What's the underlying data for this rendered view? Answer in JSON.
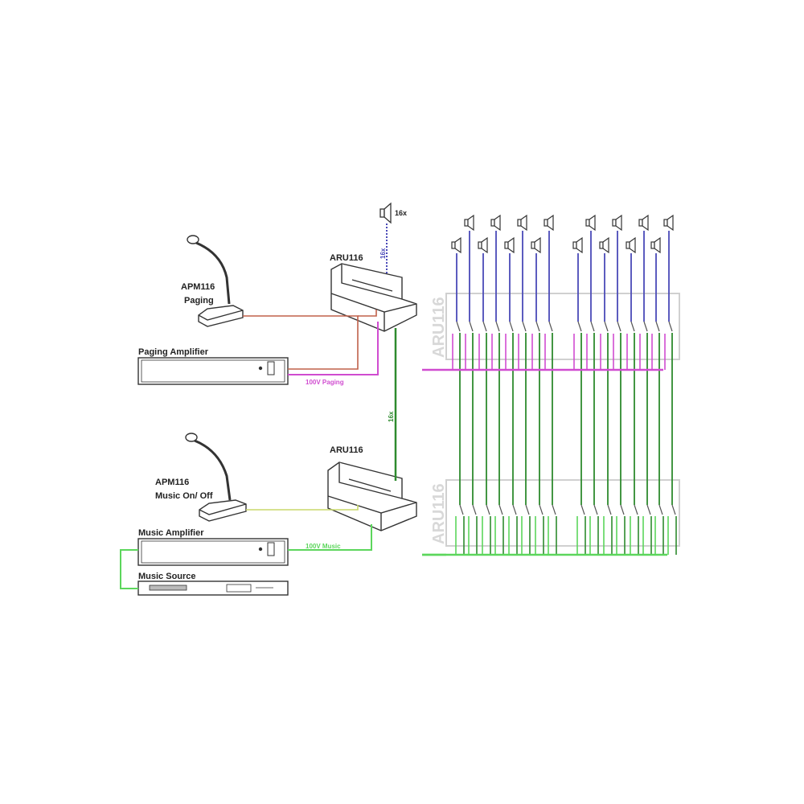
{
  "labels": {
    "speaker_count": "16x",
    "aru_top": "ARU116",
    "aru_bottom": "ARU116",
    "apm_paging_1": "APM116",
    "apm_paging_2": "Paging",
    "apm_music_1": "APM116",
    "apm_music_2": "Music On/ Off",
    "paging_amp": "Paging Amplifier",
    "music_amp": "Music Amplifier",
    "music_source": "Music Source",
    "paging_line": "100V Paging",
    "music_line": "100V Music",
    "bus_16x_top": "16x",
    "bus_16x_mid": "16x",
    "module_top": "ARU116",
    "module_bottom": "ARU116"
  },
  "colors": {
    "speaker_wire": "#4a4ab8",
    "paging_line": "#d04cd0",
    "music_line": "#5cd65c",
    "relay_wire": "#2e8b2e",
    "control_wire_red": "#c0604a",
    "control_wire_yellow": "#c8d86a",
    "module_outline": "#d0d0d0",
    "device_outline": "#333333"
  },
  "counts": {
    "speakers_left_group": 8,
    "speakers_right_group": 8
  }
}
